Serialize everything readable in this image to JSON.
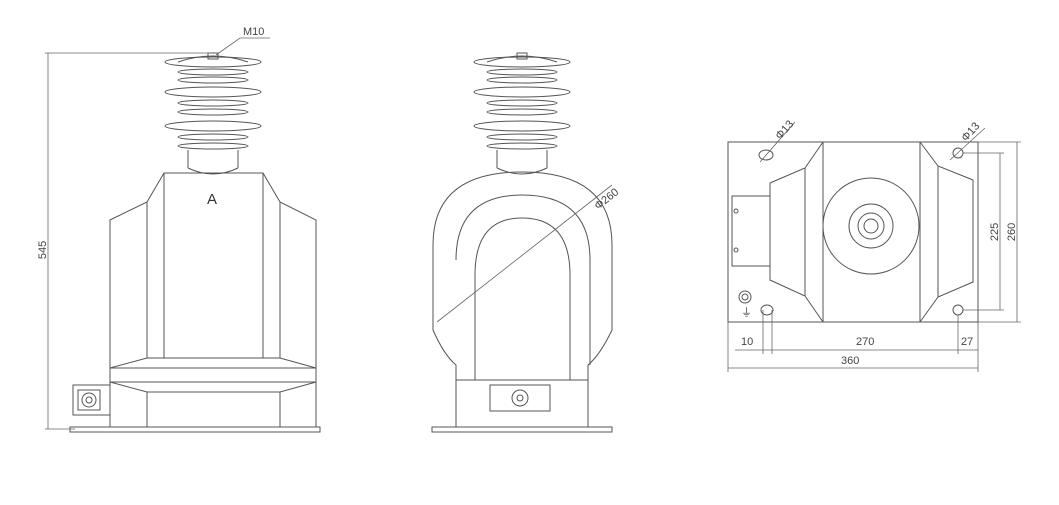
{
  "front_view": {
    "label_a": "A",
    "thread_label": "M10",
    "height_dim": "545"
  },
  "side_view": {
    "diameter_dim": "Φ260"
  },
  "top_view": {
    "hole_left": "Φ13",
    "hole_right": "Φ13",
    "dim_225": "225",
    "dim_260": "260",
    "dim_10": "10",
    "dim_270": "270",
    "dim_27": "27",
    "dim_360": "360"
  }
}
